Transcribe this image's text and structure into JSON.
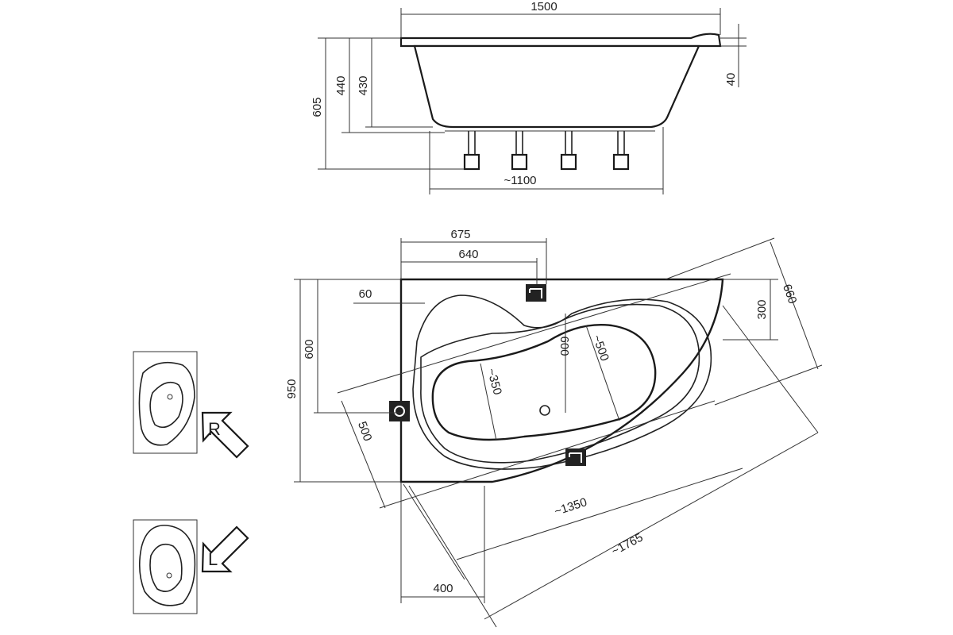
{
  "side_view": {
    "length": "1500",
    "height_total": "605",
    "height_inner": "440",
    "depth": "430",
    "rim": "40",
    "base_length": "~1100"
  },
  "plan_view": {
    "width_top": "675",
    "width_inner": "640",
    "offset": "60",
    "depth_left": "600",
    "overall_height": "950",
    "corner_width": "300",
    "diagonal_height": "660",
    "inner_depth_1": "~500",
    "inner_depth_2": "600",
    "inner_width": "~350",
    "left_depth": "500",
    "diagonal_1": "~1350",
    "diagonal_2": "~1765",
    "bottom_width": "400"
  },
  "orientation": {
    "right_label": "R",
    "left_label": "L"
  },
  "colors": {
    "line": "#1a1a1a",
    "fill": "#ffffff"
  }
}
